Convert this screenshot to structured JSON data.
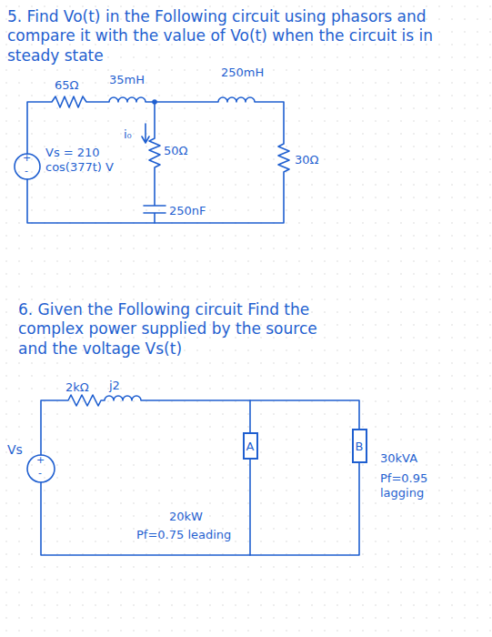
{
  "diagram": {
    "nodes": [
      {
        "text": [
          "A"
        ]
      },
      {
        "text": [
          "B"
        ]
      }
    ],
    "edges": [
      {
        "from": 0,
        "to": 1,
        "arrow": "none"
      },
      {
        "from": 0,
        "to": 1,
        "arrow": "none"
      }
    ],
    "labels": [
      "5. Find Vo(t) in the Following circuit using phasors and compare it with the value of Vo(t) when the circuit is in steady state",
      "65Ω",
      "35mH",
      "250mH",
      "+",
      "-",
      "Vs = 210 cos(377t) V",
      "i₀",
      "50Ω",
      "250nF",
      "30Ω",
      "6. Given the Following circuit Find the complex power supplied by the source and the voltage Vs(t)",
      "2kΩ",
      "j2",
      "Vs",
      "+",
      "-",
      "20kW",
      "Pf=0.75 leading",
      "30kVA",
      "Pf=0.95 lagging"
    ]
  }
}
